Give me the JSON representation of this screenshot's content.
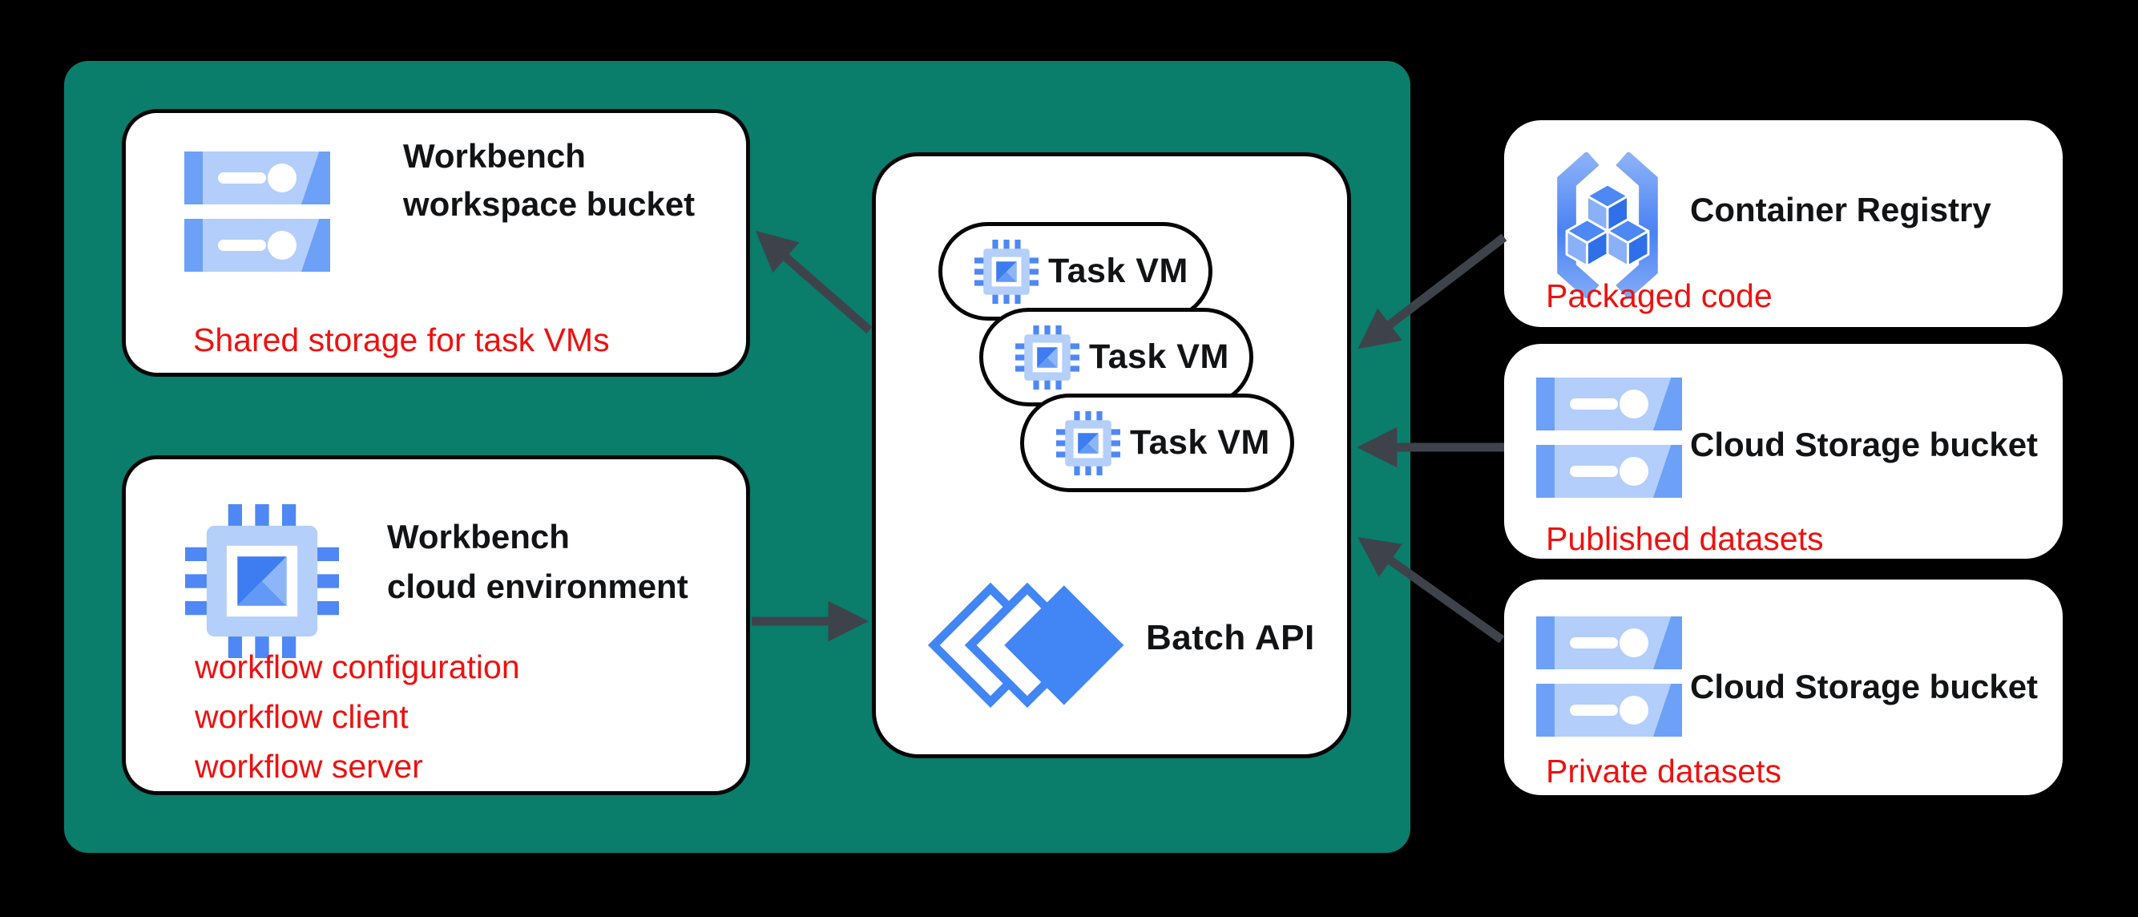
{
  "colors": {
    "background": "#000000",
    "panel_teal": "#0a7d6b",
    "card_white": "#ffffff",
    "arrow_dark": "#3e434b",
    "note_red": "#ee1111",
    "title_black": "#121315",
    "blue_primary": "#4285f4",
    "blue_mid": "#6da0f7",
    "blue_light": "#b3cefb"
  },
  "cards": {
    "workspace_bucket": {
      "title_line1": "Workbench",
      "title_line2": "workspace bucket",
      "note": "Shared storage for task VMs"
    },
    "cloud_environment": {
      "title_line1": "Workbench",
      "title_line2": "cloud environment",
      "notes": [
        "workflow configuration",
        "workflow client",
        "workflow server"
      ]
    },
    "batch_panel": {
      "vms": [
        "Task VM",
        "Task VM",
        "Task VM"
      ],
      "api_label": "Batch API"
    },
    "container_registry": {
      "title": "Container Registry",
      "note": "Packaged code"
    },
    "published_bucket": {
      "title": "Cloud Storage bucket",
      "note": "Published datasets"
    },
    "private_bucket": {
      "title": "Cloud Storage bucket",
      "note": "Private datasets"
    }
  }
}
